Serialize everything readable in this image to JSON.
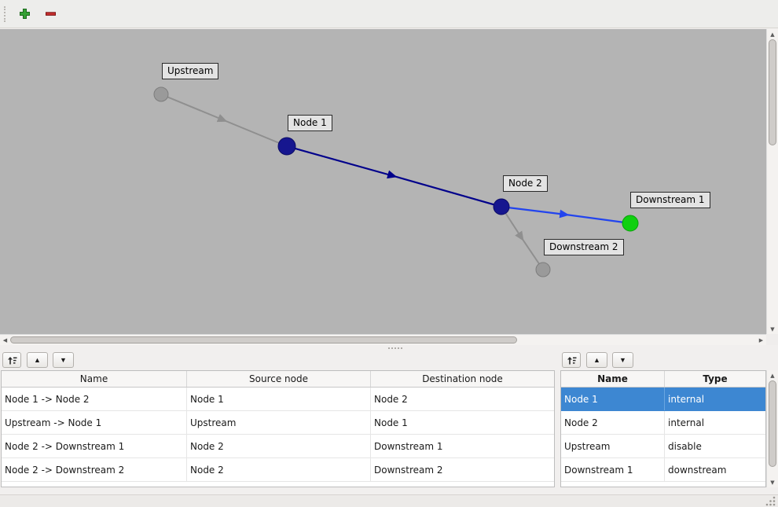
{
  "icons": {
    "add": "plus",
    "remove": "minus",
    "sort": "sort-ascending",
    "up_arrow": "▲",
    "down_arrow": "▼",
    "left_arrow": "◀",
    "right_arrow": "▶"
  },
  "colors": {
    "canvas_background": "#b4b4b4",
    "selection": "#3d87d2",
    "add_green": "#35a035",
    "remove_red": "#c62f2f",
    "node_internal_blue": "#16168f",
    "node_green": "#10d010",
    "node_gray": "#9a9a9a",
    "edge_dark_blue": "#00008b",
    "edge_blue": "#2244ee",
    "edge_gray": "#8f8f8f"
  },
  "graph": {
    "nodes": [
      {
        "label": "Upstream",
        "color": "#9a9a9a"
      },
      {
        "label": "Node 1",
        "color": "#16168f"
      },
      {
        "label": "Node 2",
        "color": "#16168f"
      },
      {
        "label": "Downstream 1",
        "color": "#10d010"
      },
      {
        "label": "Downstream 2",
        "color": "#9a9a9a"
      }
    ],
    "edges": [
      {
        "from": "Upstream",
        "to": "Node 1",
        "color": "#8f8f8f"
      },
      {
        "from": "Node 1",
        "to": "Node 2",
        "color": "#00008b"
      },
      {
        "from": "Node 2",
        "to": "Downstream 1",
        "color": "#2244ee"
      },
      {
        "from": "Node 2",
        "to": "Downstream 2",
        "color": "#8f8f8f"
      }
    ]
  },
  "edges_table": {
    "columns": [
      "Name",
      "Source node",
      "Destination node"
    ],
    "rows": [
      {
        "name": "Node 1 -> Node 2",
        "source": "Node 1",
        "destination": "Node 2"
      },
      {
        "name": "Upstream -> Node 1",
        "source": "Upstream",
        "destination": "Node 1"
      },
      {
        "name": "Node 2 -> Downstream 1",
        "source": "Node 2",
        "destination": "Downstream 1"
      },
      {
        "name": "Node 2 -> Downstream 2",
        "source": "Node 2",
        "destination": "Downstream 2"
      }
    ]
  },
  "nodes_table": {
    "columns": [
      "Name",
      "Type"
    ],
    "rows": [
      {
        "name": "Node 1",
        "type": "internal",
        "selected": true
      },
      {
        "name": "Node 2",
        "type": "internal",
        "selected": false
      },
      {
        "name": "Upstream",
        "type": "disable",
        "selected": false
      },
      {
        "name": "Downstream 1",
        "type": "downstream",
        "selected": false
      }
    ]
  }
}
